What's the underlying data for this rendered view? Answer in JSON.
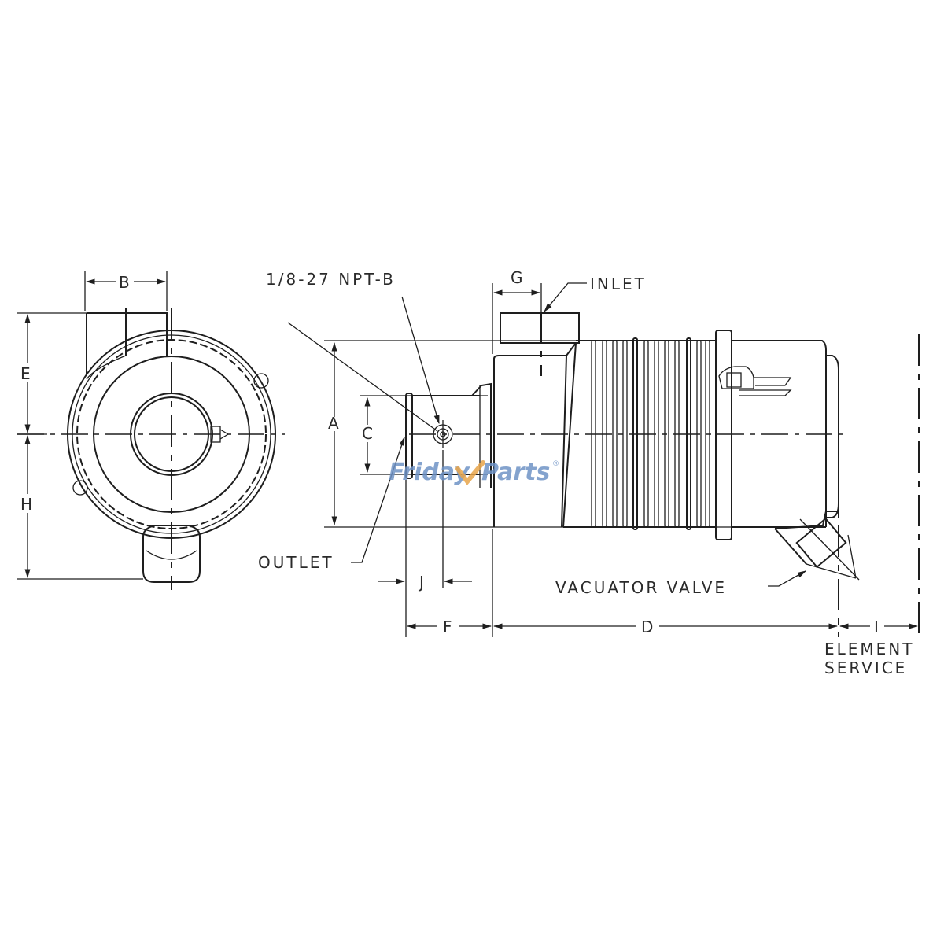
{
  "diagram": {
    "title_callouts": {
      "npt_port": "1/8-27 NPT-B",
      "inlet": "INLET",
      "outlet": "OUTLET",
      "vacuator_valve": "VACUATOR VALVE",
      "element_service_line1": "ELEMENT",
      "element_service_line2": "SERVICE"
    },
    "dimensions": {
      "A": "A",
      "B": "B",
      "C": "C",
      "D": "D",
      "E": "E",
      "F": "F",
      "G": "G",
      "H": "H",
      "I": "I",
      "J": "J"
    },
    "views": [
      "end-view",
      "side-view"
    ],
    "watermark": {
      "text_left": "Friday",
      "text_right": "Parts",
      "registered": "®",
      "color_text": "#6f93c6",
      "color_check": "#e8a54a"
    },
    "line_color": "#1e1e1e",
    "background": "#ffffff"
  }
}
